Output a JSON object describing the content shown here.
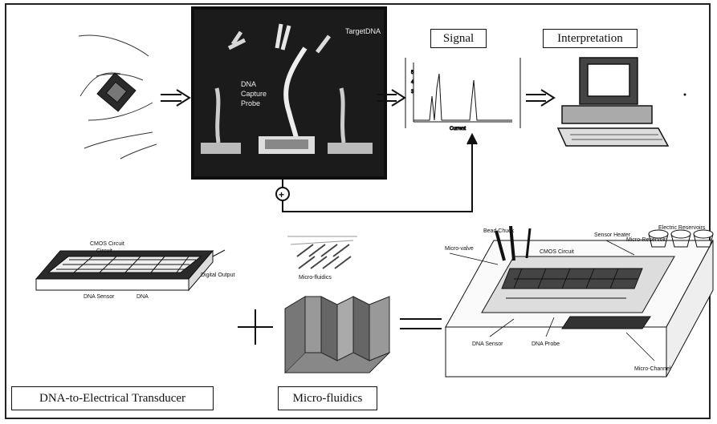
{
  "top_row": {
    "signal_label": "Signal",
    "interpretation_label": "Interpretation",
    "target_dna_label": "TargetDNA",
    "probe_text": [
      "DNA",
      "Capture",
      "Probe"
    ],
    "plus_symbol": "+",
    "chromatogram_xlabel": "Current"
  },
  "bottom_row": {
    "dna_transducer_label": "DNA-to-Electrical Transducer",
    "microfluidics_label": "Micro-fluidics",
    "chip_labels": {
      "cmos_circuit": "CMOS Circuit",
      "circuit": "Circuit",
      "digital_output": "Digital Output",
      "dna_sensor": "DNA Sensor",
      "dna": "DNA",
      "microfluidics_small": "Micro-fluidics"
    },
    "combined_labels": {
      "bead_chuck": "Bead Chuck",
      "micro_valve": "Micro-valve",
      "cmos_circuit": "CMOS Circuit",
      "sensor_heater": "Sensor Heater",
      "electric_reservoir": "Electric Reservoirs",
      "micro_reservoirs": "Micro-Reservoir",
      "dna_sensor": "DNA Sensor",
      "dna_probe": "DNA Probe",
      "micro_channel": "Micro-Channel"
    }
  }
}
